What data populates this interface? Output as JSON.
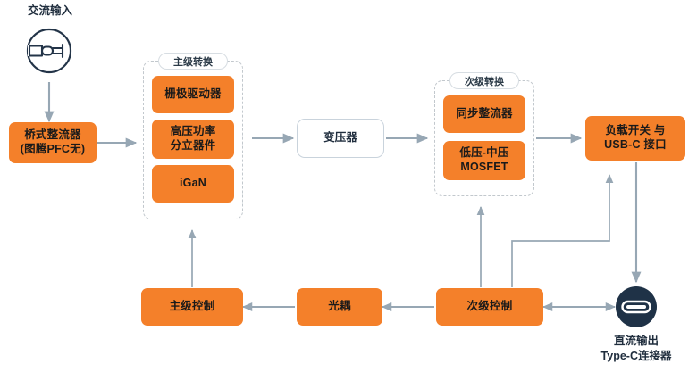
{
  "diagram": {
    "title_text": "交流输入",
    "accent_orange": "#F4802A",
    "arrow_gray": "#97A7B4",
    "icon_navy": "#1F3247",
    "text_dark": "#1F2D3D",
    "frame_dash_gray": "#C2C8CD"
  },
  "nodes": {
    "ac_input_label": "交流输入",
    "ac_plug_icon": "ac-plug-icon",
    "bridge_rectifier": "桥式整流器\n(图腾PFC无)",
    "transformer": "变压器",
    "load_switch": "负载开关 与\nUSB-C 接口",
    "primary_control": "主级控制",
    "optocoupler": "光耦",
    "secondary_control": "次级控制",
    "usb_c_icon": "usb-c-connector-icon",
    "dc_output_label": "直流输出\nType-C连接器"
  },
  "groups": {
    "primary": {
      "label": "主级转换",
      "blocks": [
        "栅极驱动器",
        "高压功率\n分立器件",
        "iGaN"
      ]
    },
    "secondary": {
      "label": "次级转换",
      "blocks": [
        "同步整流器",
        "低压-中压\nMOSFET"
      ]
    }
  }
}
